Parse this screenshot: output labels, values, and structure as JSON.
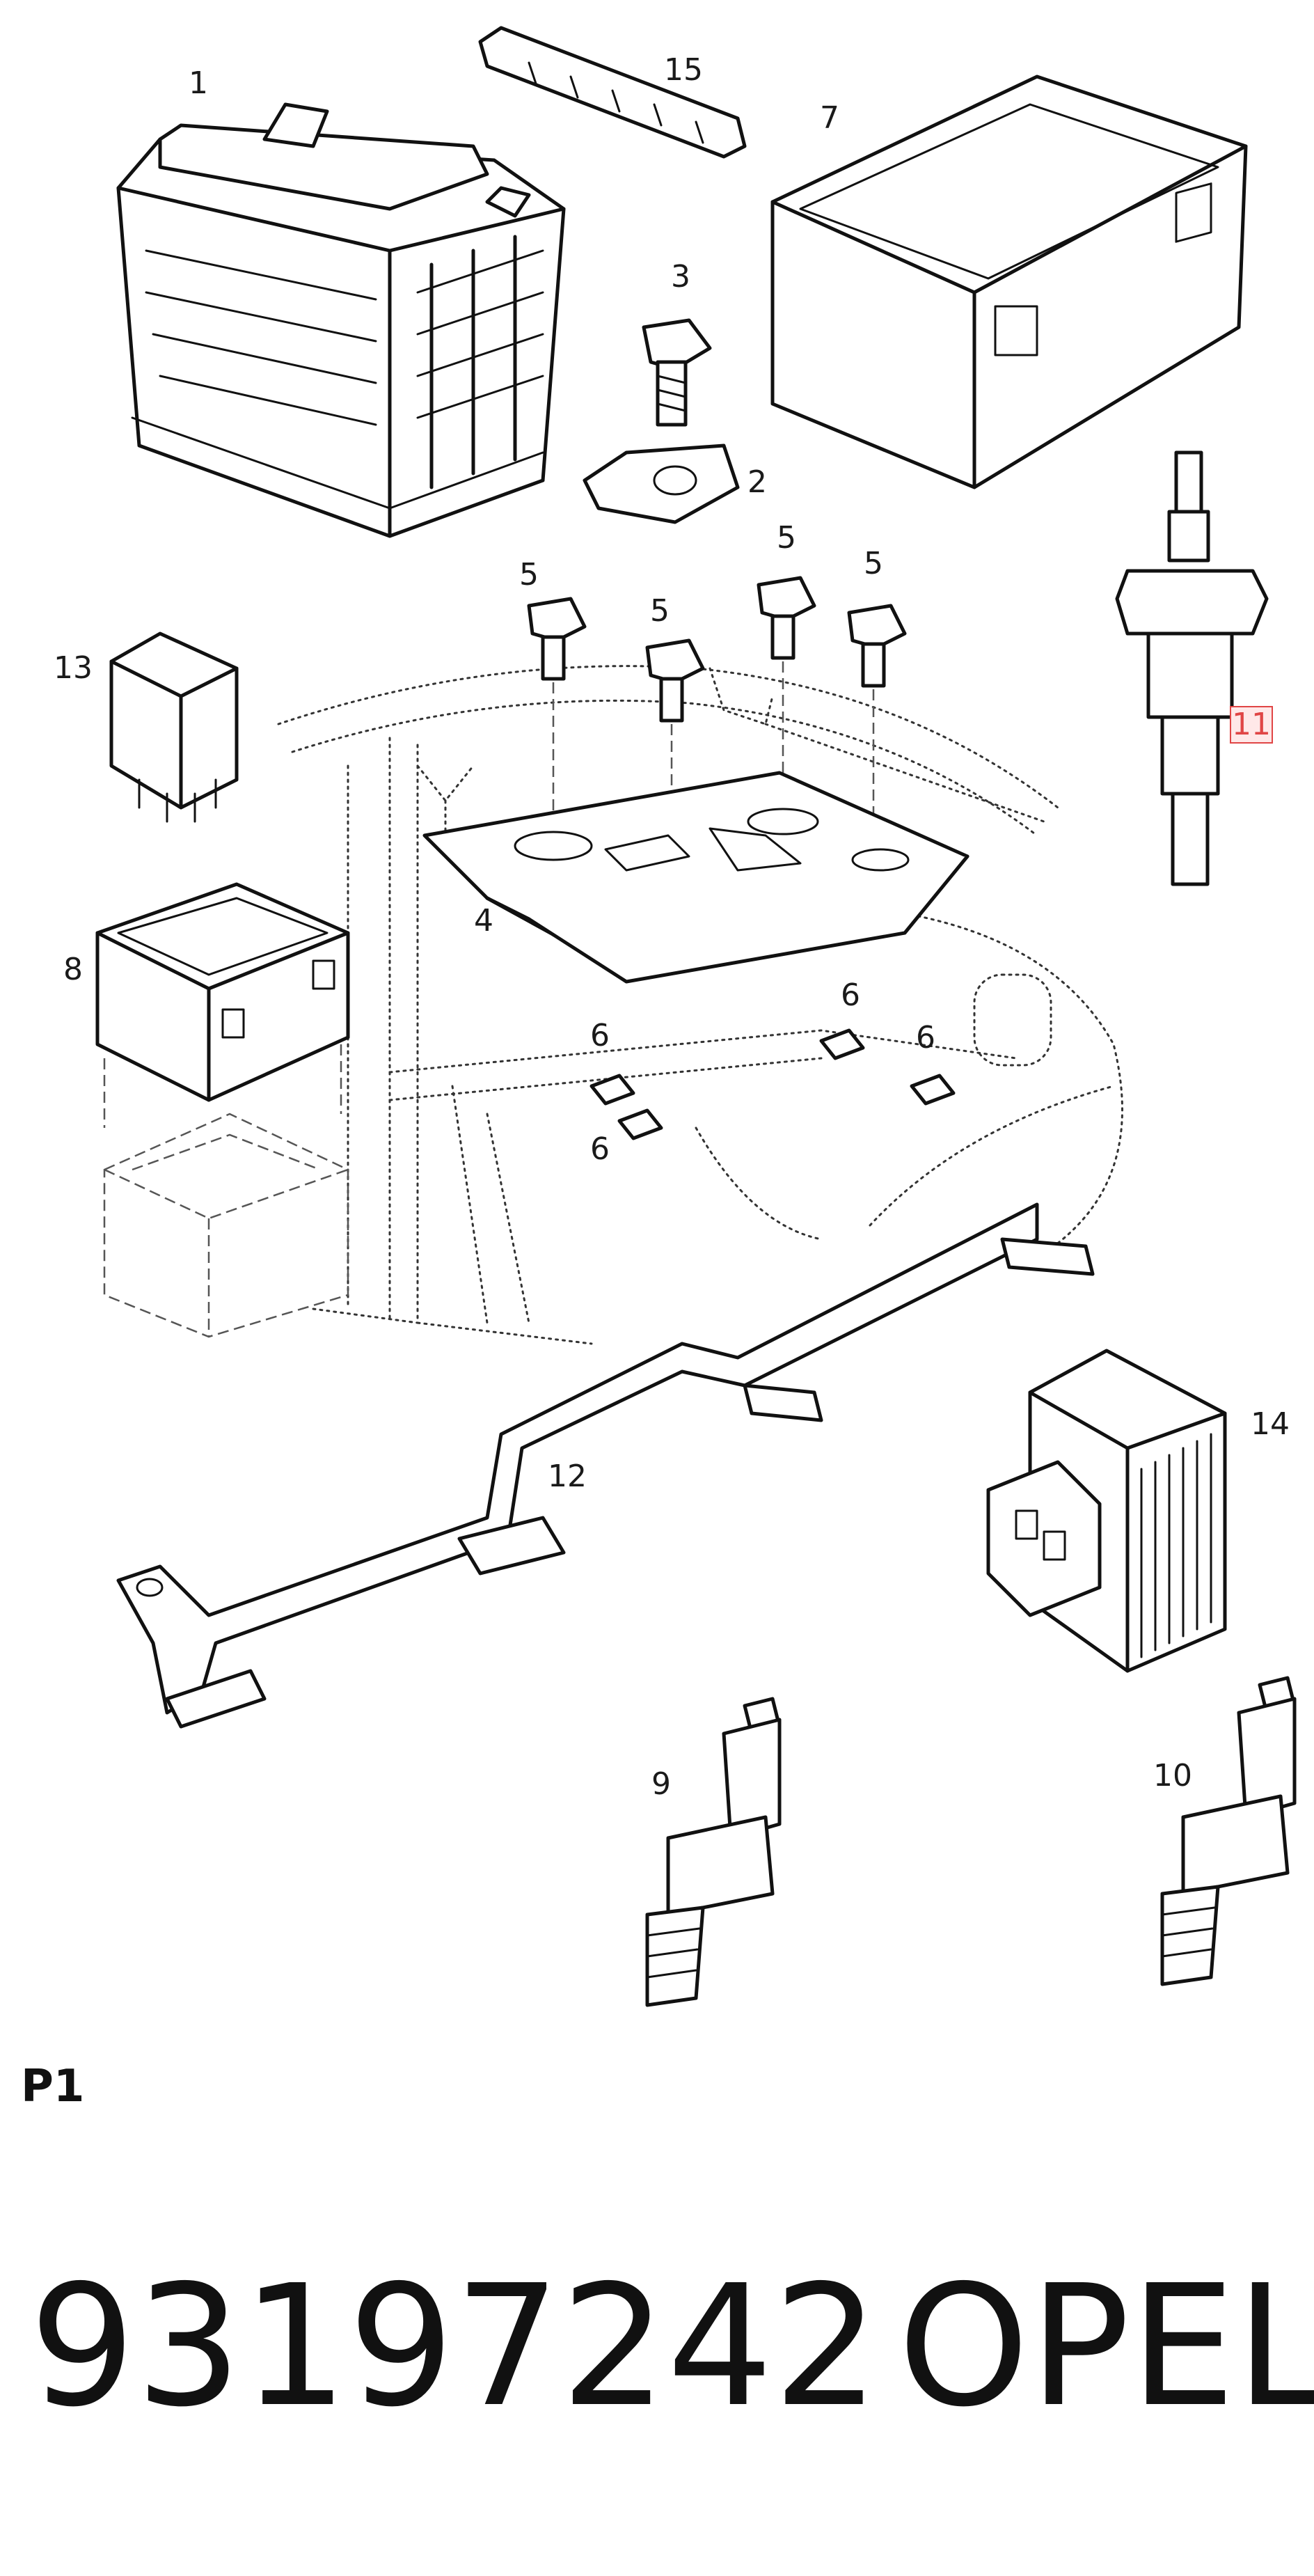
{
  "callouts": [
    {
      "id": "1",
      "label": "1"
    },
    {
      "id": "2",
      "label": "2"
    },
    {
      "id": "3",
      "label": "3"
    },
    {
      "id": "4",
      "label": "4"
    },
    {
      "id": "5a",
      "label": "5"
    },
    {
      "id": "5b",
      "label": "5"
    },
    {
      "id": "5c",
      "label": "5"
    },
    {
      "id": "5d",
      "label": "5"
    },
    {
      "id": "6a",
      "label": "6"
    },
    {
      "id": "6b",
      "label": "6"
    },
    {
      "id": "6c",
      "label": "6"
    },
    {
      "id": "6d",
      "label": "6"
    },
    {
      "id": "7",
      "label": "7"
    },
    {
      "id": "8",
      "label": "8"
    },
    {
      "id": "9",
      "label": "9"
    },
    {
      "id": "10",
      "label": "10"
    },
    {
      "id": "11",
      "label": "11",
      "highlighted": true
    },
    {
      "id": "12",
      "label": "12"
    },
    {
      "id": "13",
      "label": "13"
    },
    {
      "id": "14",
      "label": "14"
    },
    {
      "id": "15",
      "label": "15"
    }
  ],
  "plate": {
    "label": "P1"
  },
  "part": {
    "number": "93197242",
    "brand": "OPEL"
  },
  "colors": {
    "ink": "#111111",
    "highlight": "#e04545",
    "highlight_fill": "#ffe8e8"
  }
}
